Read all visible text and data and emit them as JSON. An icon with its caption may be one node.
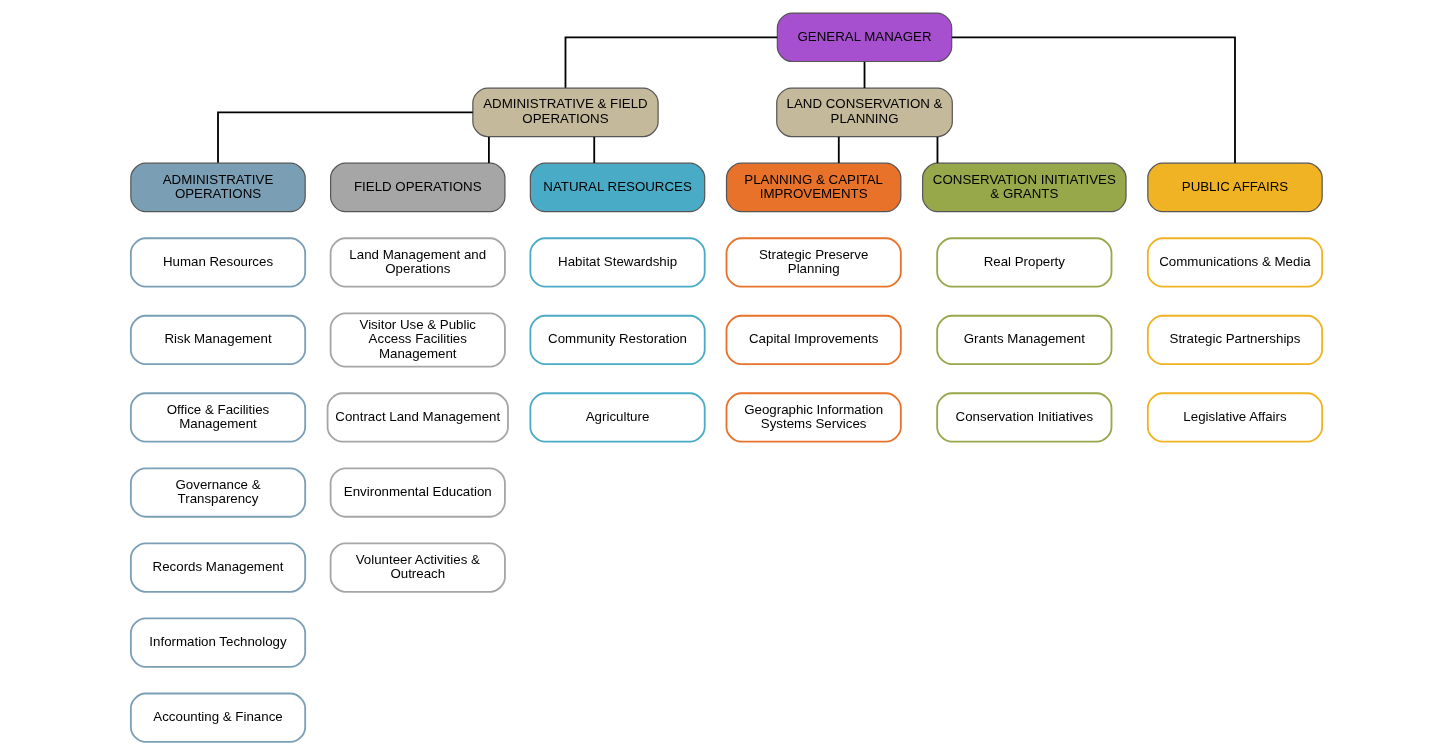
{
  "diagram": {
    "nodes": [
      {
        "text": [
          "GENERAL MANAGER"
        ]
      },
      {
        "text": [
          "ADMINISTRATIVE & FIELD OPERATIONS"
        ]
      },
      {
        "text": [
          "LAND CONSERVATION & PLANNING"
        ]
      },
      {
        "text": [
          "ADMINISTRATIVE OPERATIONS"
        ]
      },
      {
        "text": [
          "FIELD OPERATIONS"
        ]
      },
      {
        "text": [
          "NATURAL RESOURCES"
        ]
      },
      {
        "text": [
          "PLANNING & CAPITAL IMPROVEMENTS"
        ]
      },
      {
        "text": [
          "CONSERVATION INITIATIVES & GRANTS"
        ]
      },
      {
        "text": [
          "PUBLIC AFFAIRS"
        ]
      },
      {
        "text": [
          "Human Resources"
        ]
      },
      {
        "text": [
          "Risk Management"
        ]
      },
      {
        "text": [
          "Office & Facilities Management"
        ]
      },
      {
        "text": [
          "Governance & Transparency"
        ]
      },
      {
        "text": [
          "Records Management"
        ]
      },
      {
        "text": [
          "Information Technology"
        ]
      },
      {
        "text": [
          "Accounting & Finance"
        ]
      },
      {
        "text": [
          "Land Management and Operations"
        ]
      },
      {
        "text": [
          "Visitor Use & Public Access Facilities Management"
        ]
      },
      {
        "text": [
          "Contract Land Management"
        ]
      },
      {
        "text": [
          "Environmental Education"
        ]
      },
      {
        "text": [
          "Volunteer Activities & Outreach"
        ]
      },
      {
        "text": [
          "Habitat Stewardship"
        ]
      },
      {
        "text": [
          "Community Restoration"
        ]
      },
      {
        "text": [
          "Agriculture"
        ]
      },
      {
        "text": [
          "Strategic Preserve Planning"
        ]
      },
      {
        "text": [
          "Capital Improvements"
        ]
      },
      {
        "text": [
          "Geographic Information Systems Services"
        ]
      },
      {
        "text": [
          "Real Property"
        ]
      },
      {
        "text": [
          "Grants Management"
        ]
      },
      {
        "text": [
          "Conservation Initiatives"
        ]
      },
      {
        "text": [
          "Communications & Media"
        ]
      },
      {
        "text": [
          "Strategic Partnerships"
        ]
      },
      {
        "text": [
          "Legislative Affairs"
        ]
      }
    ],
    "edges": [
      {
        "from": 0,
        "to": 1,
        "arrow": "none"
      },
      {
        "from": 0,
        "to": 2,
        "arrow": "none"
      },
      {
        "from": 0,
        "to": 8,
        "arrow": "none"
      },
      {
        "from": 1,
        "to": 3,
        "arrow": "none"
      },
      {
        "from": 1,
        "to": 4,
        "arrow": "none"
      },
      {
        "from": 1,
        "to": 5,
        "arrow": "none"
      },
      {
        "from": 2,
        "to": 6,
        "arrow": "none"
      },
      {
        "from": 2,
        "to": 7,
        "arrow": "none"
      }
    ]
  }
}
